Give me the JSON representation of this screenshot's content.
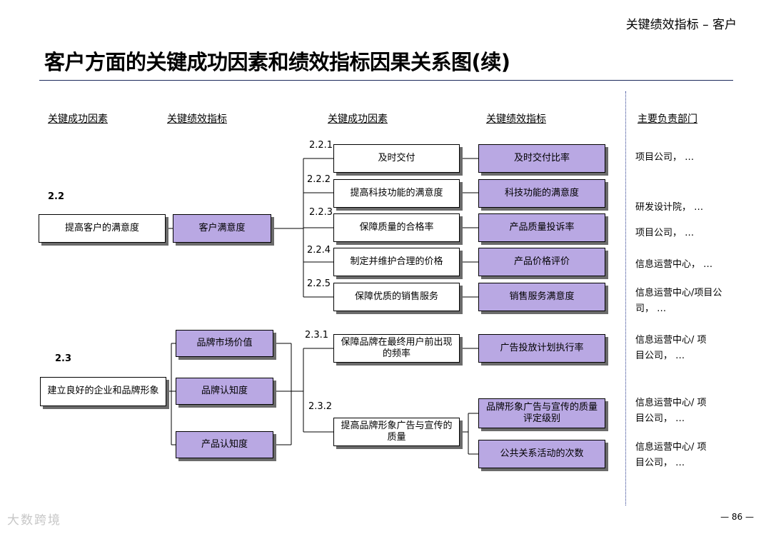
{
  "header": {
    "section_tag": "关键绩效指标 – 客户",
    "title": "客户方面的关键成功因素和绩效指标因果关系图(续)"
  },
  "columns": {
    "csf_left": "关键成功因素",
    "kpi_left": "关键绩效指标",
    "csf_right": "关键成功因素",
    "kpi_right": "关键绩效指标",
    "dept": "主要负责部门"
  },
  "group_2_2": {
    "number": "2.2",
    "csf": "提高客户的满意度",
    "kpi": "客户满意度",
    "subs": [
      {
        "number": "2.2.1",
        "csf": "及时交付",
        "kpi": "及时交付比率"
      },
      {
        "number": "2.2.2",
        "csf": "提高科技功能的满意度",
        "kpi": "科技功能的满意度"
      },
      {
        "number": "2.2.3",
        "csf": "保障质量的合格率",
        "kpi": "产品质量投诉率"
      },
      {
        "number": "2.2.4",
        "csf": "制定并维护合理的价格",
        "kpi": "产品价格评价"
      },
      {
        "number": "2.2.5",
        "csf": "保障优质的销售服务",
        "kpi": "销售服务满意度"
      }
    ]
  },
  "group_2_3": {
    "number": "2.3",
    "csf": "建立良好的企业和品牌形象",
    "kpis": [
      "品牌市场价值",
      "品牌认知度",
      "产品认知度"
    ],
    "subs": [
      {
        "number": "2.3.1",
        "csf": "保障品牌在最终用户前出现的频率",
        "kpis": [
          "广告投放计划执行率"
        ]
      },
      {
        "number": "2.3.2",
        "csf": "提高品牌形象广告与宣传的质量",
        "kpis": [
          "品牌形象广告与宣传的质量评定级别",
          "公共关系活动的次数"
        ]
      }
    ]
  },
  "departments": [
    "项目公司， …",
    "研发设计院， …",
    "项目公司， …",
    "信息运营中心， …",
    "信息运营中心/项目公司， …",
    "信息运营中心/ 项目公司， …",
    "信息运营中心/ 项目公司， …",
    "信息运营中心/ 项目公司， …"
  ],
  "footer": {
    "page_number": "— 86 —",
    "watermark": "大数跨境"
  },
  "colors": {
    "kpi_fill": "#b9a8e3",
    "box_shadow": "#6b6b6b",
    "title_rule": "#1c2a5c"
  }
}
